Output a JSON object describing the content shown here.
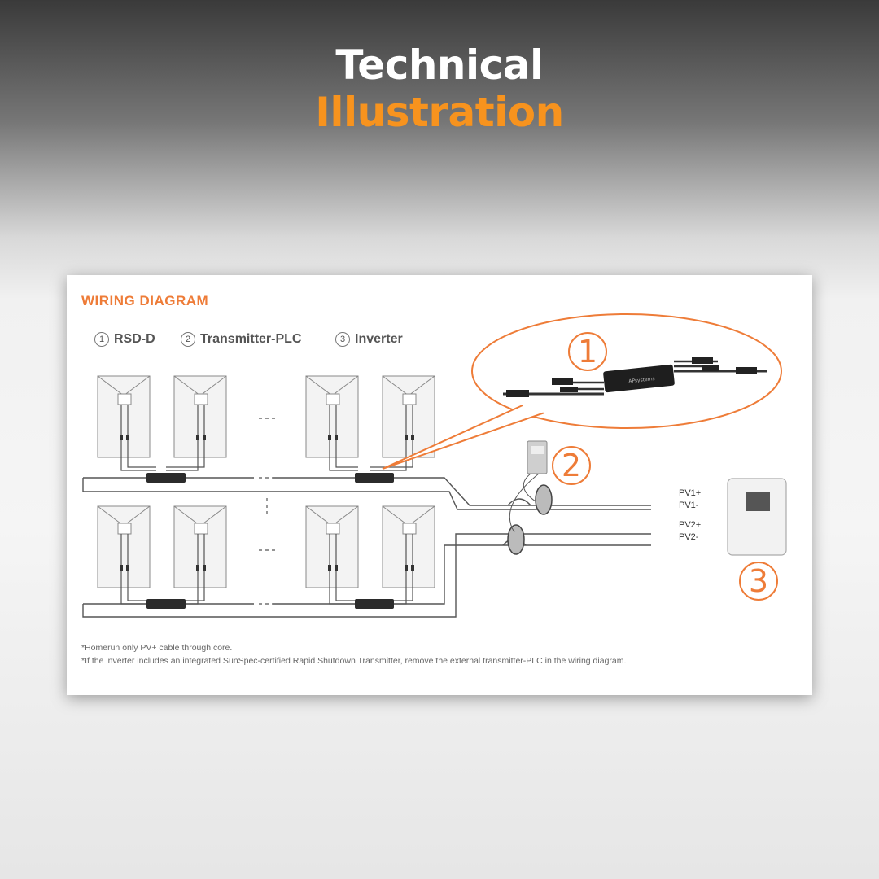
{
  "header": {
    "title_line1": "Technical",
    "title_line2": "Illustration"
  },
  "diagram": {
    "heading": "WIRING DIAGRAM",
    "legend": [
      {
        "num": "1",
        "label": "RSD-D"
      },
      {
        "num": "2",
        "label": "Transmitter-PLC"
      },
      {
        "num": "3",
        "label": "Inverter"
      }
    ],
    "callouts": [
      "1",
      "2",
      "3"
    ],
    "pv_labels": [
      "PV1+",
      "PV1-",
      "PV2+",
      "PV2-"
    ],
    "notes": [
      "*Homerun only PV+ cable through core.",
      "*If the inverter includes an integrated SunSpec-certified Rapid Shutdown Transmitter, remove the external transmitter-PLC in the wiring diagram."
    ],
    "colors": {
      "accent": "#ee7c38",
      "title_accent": "#f7931e"
    }
  }
}
